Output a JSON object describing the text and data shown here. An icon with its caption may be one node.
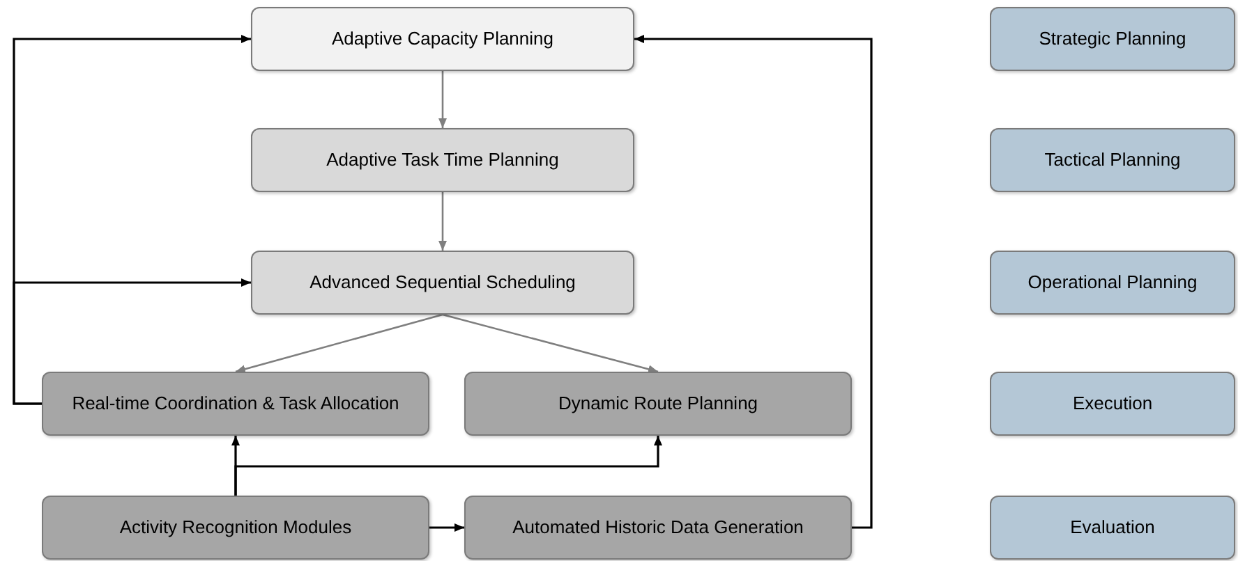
{
  "diagram": {
    "nodes": [
      {
        "text": [
          "Adaptive Capacity Planning"
        ]
      },
      {
        "text": [
          "Adaptive Task Time Planning"
        ]
      },
      {
        "text": [
          "Advanced Sequential Scheduling"
        ]
      },
      {
        "text": [
          "Real-time Coordination & Task Allocation"
        ]
      },
      {
        "text": [
          "Dynamic Route Planning"
        ]
      },
      {
        "text": [
          "Activity Recognition Modules"
        ]
      },
      {
        "text": [
          "Automated Historic Data Generation"
        ]
      },
      {
        "text": [
          "Strategic Planning"
        ]
      },
      {
        "text": [
          "Tactical Planning"
        ]
      },
      {
        "text": [
          "Operational Planning"
        ]
      },
      {
        "text": [
          "Execution"
        ]
      },
      {
        "text": [
          "Evaluation"
        ]
      }
    ],
    "edges": [
      {
        "from": 0,
        "to": 1,
        "arrow": "to",
        "color": "#7f7f7f"
      },
      {
        "from": 1,
        "to": 2,
        "arrow": "to",
        "color": "#7f7f7f"
      },
      {
        "from": 2,
        "to": 3,
        "arrow": "to",
        "color": "#7f7f7f"
      },
      {
        "from": 2,
        "to": 4,
        "arrow": "to",
        "color": "#7f7f7f"
      },
      {
        "from": 3,
        "to": 0,
        "arrow": "to"
      },
      {
        "from": 3,
        "to": 2,
        "arrow": "to"
      },
      {
        "from": 5,
        "to": 3,
        "arrow": "to"
      },
      {
        "from": 5,
        "to": 4,
        "arrow": "to"
      },
      {
        "from": 5,
        "to": 6,
        "arrow": "to"
      },
      {
        "from": 6,
        "to": 0,
        "arrow": "to"
      }
    ]
  }
}
